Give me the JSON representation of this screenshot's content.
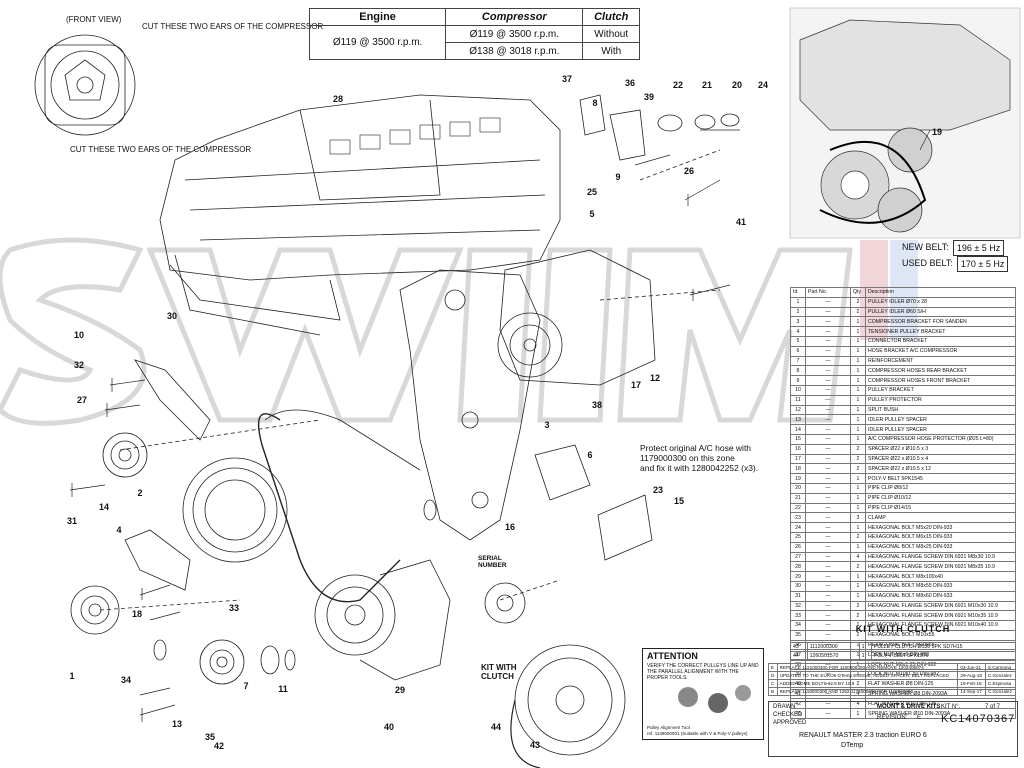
{
  "front_view": {
    "label": "(FRONT VIEW)",
    "cut_top": "CUT THESE TWO EARS OF THE COMPRESSOR",
    "cut_bottom": "CUT THESE TWO EARS OF THE COMPRESSOR"
  },
  "speed_table": {
    "headers": [
      "Engine",
      "Compressor",
      "Clutch"
    ],
    "engine": "Ø119 @ 3500 r.p.m.",
    "rows": [
      {
        "compressor": "Ø119 @ 3500 r.p.m.",
        "clutch": "Without"
      },
      {
        "compressor": "Ø138 @ 3018 r.p.m.",
        "clutch": "With"
      }
    ]
  },
  "belt": {
    "new_label": "NEW BELT:",
    "new_value": "196 ± 5 Hz",
    "used_label": "USED BELT:",
    "used_value": "170 ± 5 Hz"
  },
  "note_hose": [
    "Protect original A/C hose with",
    "1179000300 on this zone",
    "and fix it with 1280042252 (x3)."
  ],
  "serial_number": [
    "SERIAL",
    "NUMBER"
  ],
  "kit_with_clutch_label": [
    "KIT WITH",
    "CLUTCH"
  ],
  "callouts": [
    "1",
    "2",
    "3",
    "4",
    "5",
    "6",
    "7",
    "8",
    "9",
    "10",
    "11",
    "12",
    "13",
    "14",
    "15",
    "16",
    "17",
    "18",
    "19",
    "20",
    "21",
    "22",
    "23",
    "24",
    "25",
    "26",
    "27",
    "28",
    "29",
    "30",
    "31",
    "32",
    "33",
    "34",
    "35",
    "36",
    "37",
    "38",
    "39",
    "40",
    "41",
    "42",
    "43",
    "44"
  ],
  "bom": {
    "headers": [
      "Id.",
      "Part No.",
      "Qty",
      "Description"
    ],
    "rows": [
      [
        "1",
        "—",
        "2",
        "PULLEY IDLER Ø70 x 28"
      ],
      [
        "2",
        "—",
        "2",
        "PULLEY IDLER Ø60 S/H"
      ],
      [
        "3",
        "—",
        "1",
        "COMPRESSOR BRACKET FOR SANDEN"
      ],
      [
        "4",
        "—",
        "1",
        "TENSIONER PULLEY BRACKET"
      ],
      [
        "5",
        "—",
        "1",
        "CONNECTOR BRACKET"
      ],
      [
        "6",
        "—",
        "1",
        "HOSE BRACKET A/C COMPRESSOR"
      ],
      [
        "7",
        "—",
        "1",
        "REINFORCEMENT"
      ],
      [
        "8",
        "—",
        "1",
        "COMPRESSOR HOSES REAR BRACKET"
      ],
      [
        "9",
        "—",
        "1",
        "COMPRESSOR HOSES FRONT BRACKET"
      ],
      [
        "10",
        "—",
        "1",
        "PULLEY BRACKET"
      ],
      [
        "11",
        "—",
        "1",
        "PULLEY PROTECTOR"
      ],
      [
        "12",
        "—",
        "1",
        "SPLIT BUSH"
      ],
      [
        "13",
        "—",
        "1",
        "IDLER PULLEY SPACER"
      ],
      [
        "14",
        "—",
        "1",
        "IDLER PULLEY SPACER"
      ],
      [
        "15",
        "—",
        "1",
        "A/C COMPRESSOR HOSE PROTECTOR (Ø25 L=80)"
      ],
      [
        "16",
        "—",
        "2",
        "SPACER Ø22 x Ø10.5 x 3"
      ],
      [
        "17",
        "—",
        "2",
        "SPACER Ø22 x Ø10.5 x 4"
      ],
      [
        "18",
        "—",
        "2",
        "SPACER Ø22 x Ø10.5 x 12"
      ],
      [
        "19",
        "—",
        "1",
        "POLY-V BELT 5PK1545"
      ],
      [
        "20",
        "—",
        "1",
        "PIPE CLIP Ø8/12"
      ],
      [
        "21",
        "—",
        "1",
        "PIPE CLIP Ø10/12"
      ],
      [
        "22",
        "—",
        "1",
        "PIPE CLIP Ø14/15"
      ],
      [
        "23",
        "—",
        "3",
        "CLAMP"
      ],
      [
        "24",
        "—",
        "1",
        "HEXAGONAL BOLT M5x20 DIN-933"
      ],
      [
        "25",
        "—",
        "2",
        "HEXAGONAL BOLT M6x15 DIN-933"
      ],
      [
        "26",
        "—",
        "1",
        "HEXAGONAL BOLT M8x25 DIN-933"
      ],
      [
        "27",
        "—",
        "4",
        "HEXAGONAL FLANGE SCREW DIN 6921 M8x30 10.9"
      ],
      [
        "28",
        "—",
        "2",
        "HEXAGONAL FLANGE SCREW DIN 6921 M8x35 10.9"
      ],
      [
        "29",
        "—",
        "1",
        "HEXAGONAL BOLT M8x100x40"
      ],
      [
        "30",
        "—",
        "1",
        "HEXAGONAL BOLT M8x55 DIN-933"
      ],
      [
        "31",
        "—",
        "1",
        "HEXAGONAL BOLT M8x60 DIN-933"
      ],
      [
        "32",
        "—",
        "2",
        "HEXAGONAL FLANGE SCREW DIN 6921 M10x30 10.9"
      ],
      [
        "33",
        "—",
        "2",
        "HEXAGONAL FLANGE SCREW DIN 6921 M10x35 10.9"
      ],
      [
        "34",
        "—",
        "1",
        "HEXAGONAL FLANGE SCREW DIN 6921 M10x40 10.9"
      ],
      [
        "35",
        "—",
        "2",
        "HEXAGONAL BOLT M10x55"
      ],
      [
        "36",
        "—",
        "1",
        "HEXAGONAL BOLT M10x65"
      ],
      [
        "37",
        "—",
        "1",
        "LOCK NUT M6x6 DIN-982"
      ],
      [
        "38",
        "—",
        "1",
        "LOCK NUT M8x1.25 DIN-982"
      ],
      [
        "39",
        "—",
        "1",
        "LOCK NUT M10x1.50 DIN-982"
      ],
      [
        "40",
        "—",
        "2",
        "FLAT WASHER Ø8 DIN-125"
      ],
      [
        "41",
        "—",
        "4",
        "SPRING WASHER Ø8 DIN-2093A"
      ],
      [
        "42",
        "—",
        "4",
        "FLAT WASHER Ø10 DIN-125"
      ],
      [
        "43",
        "—",
        "1",
        "SPRING WASHER Ø10 DIN-2093A"
      ]
    ]
  },
  "kit_title": "KIT WITH CLUTCH",
  "kit_rows": [
    [
      "43",
      "1112000300",
      "1",
      "PULLEY CLUTCH Ø136 5PK SD7H15"
    ],
    [
      "44",
      "1260501570",
      "1",
      "POLY-V BELT 5PK1570"
    ]
  ],
  "attention": {
    "title": "ATTENTION",
    "body": "VERIFY THE CORRECT PULLEYS LINE UP AND THE PARALLEL ALIGNMENT WITH THE PROPER TOOLS.",
    "caption1": "Pulley Alignment Tool",
    "caption2": "ref. 1149000001 (Suitable with V & Poly-V pulleys)"
  },
  "revisions": [
    [
      "E",
      "REPLACE 1121000300 FOR 1100000300 AND REMOVE 1202408074",
      "03-Jun-21",
      "S.Carmona"
    ],
    [
      "D",
      "UPDATED TO THE EURO6 DTemp ENGINE, ADDED SPACER, BELT REPLACED",
      "29-Aug-18",
      "C.Gonzalez"
    ],
    [
      "C",
      "ADDED SOME BOLTS 12.9 BY 10.9",
      "19-Feb-18",
      "C.Espinosa"
    ],
    [
      "B",
      "REPLACE 1118000300 AND 1252 1173000300 FOR 1118000300",
      "14-Sep-17",
      "C.Gonzalez"
    ]
  ],
  "title_block": {
    "mount_drive": "MOUNT & DRIVE KITS",
    "revision_label": "REVISION:",
    "revision": "E",
    "title": "RENAULT MASTER 2.3 traction EURO 6",
    "subtitle": "DTemp",
    "kit_label": "KIT N°.",
    "kit_number": "KC14070367",
    "sheet": "7 of 7",
    "drawn": "DRAWN",
    "checked": "CHECKED",
    "approved": "APPROVED"
  }
}
